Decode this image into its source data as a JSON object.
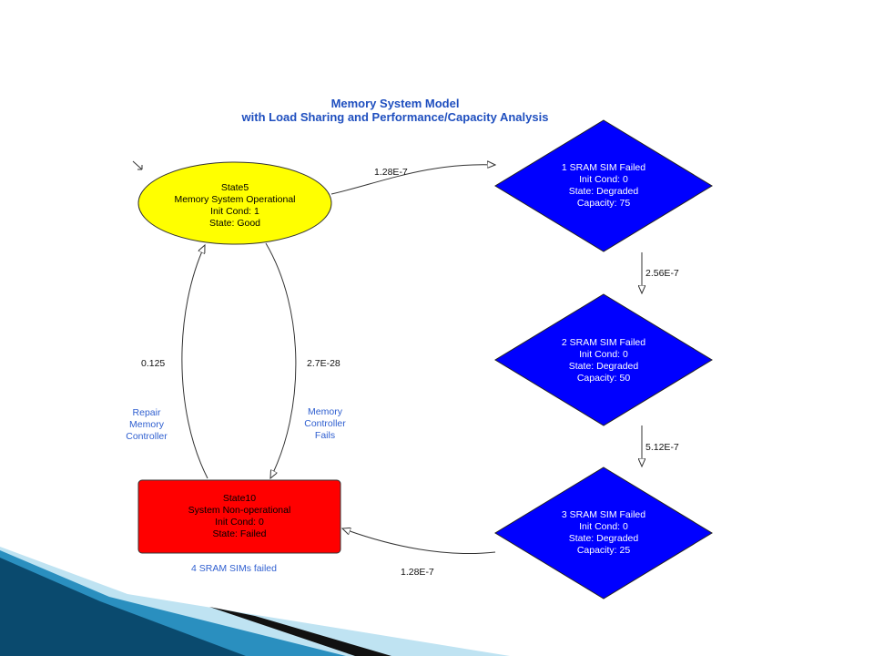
{
  "colors": {
    "title": "#1f4fbf",
    "annotation": "#2f5fd0",
    "good_state": "#ffff00",
    "degraded_state": "#0000ff",
    "failed_state": "#ff0000",
    "edge": "#333333",
    "ribbon_dark": "#0a4a6e",
    "ribbon_mid": "#2a8fbf",
    "ribbon_light": "#bfe3f2"
  },
  "diagram": {
    "title": [
      "Memory System Model",
      "with Load Sharing and Performance/Capacity Analysis"
    ],
    "nodes": {
      "state5": [
        "State5",
        "Memory System Operational",
        "Init Cond: 1",
        "State: Good"
      ],
      "sim1": [
        "1 SRAM SIM Failed",
        "Init Cond: 0",
        "State: Degraded",
        "Capacity: 75"
      ],
      "sim2": [
        "2 SRAM SIM Failed",
        "Init Cond: 0",
        "State: Degraded",
        "Capacity: 50"
      ],
      "sim3": [
        "3 SRAM SIM Failed",
        "Init Cond: 0",
        "State: Degraded",
        "Capacity: 25"
      ],
      "state10": [
        "State10",
        "System Non-operational",
        "Init Cond: 0",
        "State: Failed"
      ]
    },
    "rates": {
      "state5_to_sim1": "1.28E-7",
      "sim1_to_sim2": "2.56E-7",
      "sim2_to_sim3": "5.12E-7",
      "sim3_to_state10": "1.28E-7",
      "repair": "0.125",
      "controller_fail": "2.7E-28"
    },
    "annotations": {
      "repair": [
        "Repair",
        "Memory",
        "Controller"
      ],
      "controller": [
        "Memory",
        "Controller",
        "Fails"
      ],
      "failed_note": "4 SRAM SIMs failed"
    }
  }
}
